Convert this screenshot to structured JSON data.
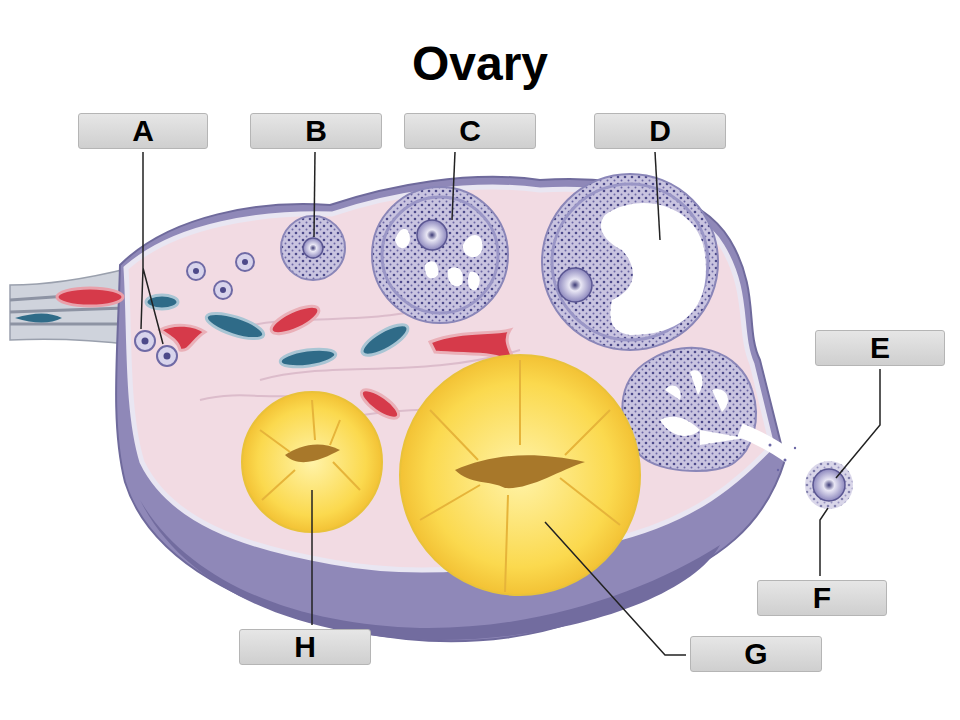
{
  "diagram": {
    "title": "Ovary",
    "nodes": [
      {
        "text": [
          "A"
        ]
      },
      {
        "text": [
          "B"
        ]
      },
      {
        "text": [
          "C"
        ]
      },
      {
        "text": [
          "D"
        ]
      },
      {
        "text": [
          "E"
        ]
      },
      {
        "text": [
          "F"
        ]
      },
      {
        "text": [
          "H"
        ]
      },
      {
        "text": [
          "G"
        ]
      }
    ]
  }
}
